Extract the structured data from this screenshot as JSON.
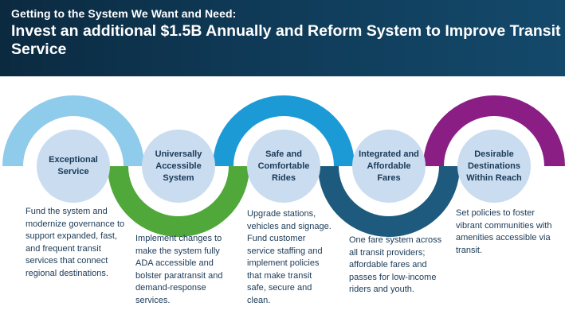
{
  "header": {
    "eyebrow": "Getting to the System We Want and Need:",
    "title": "Invest an additional $1.5B Annually and Reform System to Improve Transit Service"
  },
  "colors": {
    "banner": "#0f3a57",
    "circle_fill": "#c9dcf0",
    "text": "#1b3a57",
    "arc_1": "#8fcbeb",
    "arc_2": "#50a83a",
    "arc_3": "#1b9ad6",
    "arc_4": "#1d5a7d",
    "arc_5": "#8a1e85"
  },
  "steps": [
    {
      "label": "Exceptional Service",
      "description": "Fund the system and modernize governance to support expanded, fast, and frequent transit services that connect regional destinations."
    },
    {
      "label": "Universally Accessible System",
      "description": "Implement changes to make the system fully ADA accessible and bolster paratransit and demand-response services."
    },
    {
      "label": "Safe and Comfortable Rides",
      "description": "Upgrade stations, vehicles and signage. Fund customer service staffing and implement policies that make transit safe, secure and clean."
    },
    {
      "label": "Integrated and Affordable Fares",
      "description": "One fare system across all transit providers; affordable fares and passes for low-income riders and youth."
    },
    {
      "label": "Desirable Destinations Within Reach",
      "description": "Set policies to foster vibrant communities with amenities accessible via transit."
    }
  ]
}
